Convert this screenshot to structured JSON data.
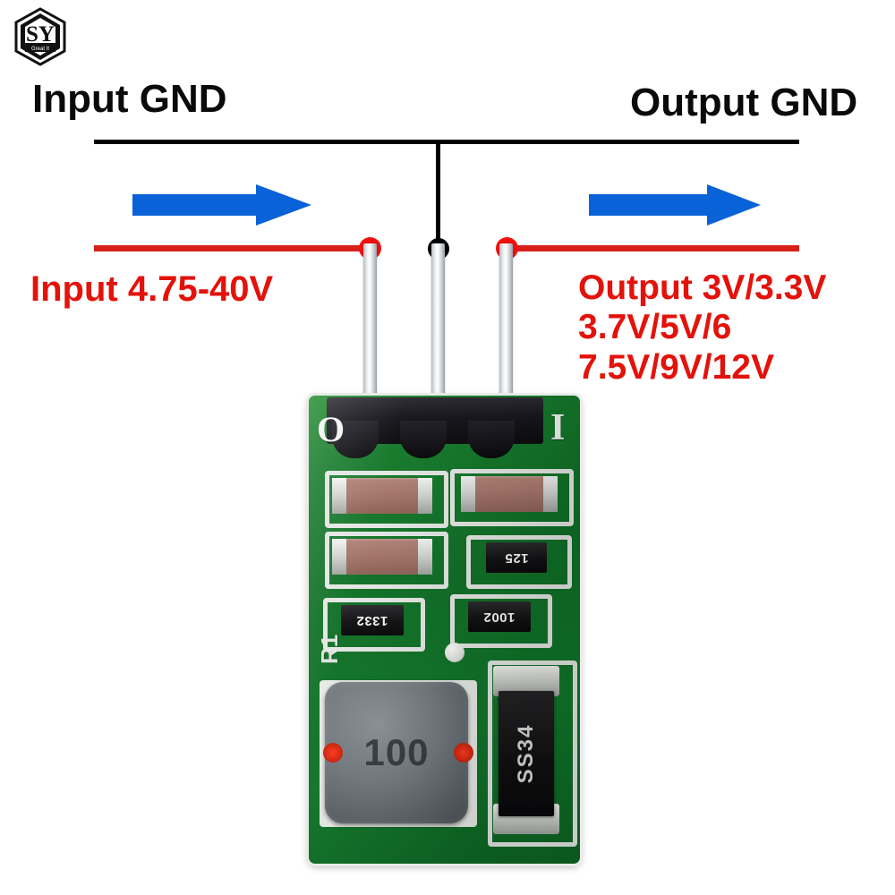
{
  "brand": {
    "logo_icon": "sy-hexagon-logo",
    "initials": "SY",
    "tagline": "Great It"
  },
  "annotations": {
    "input_gnd_label": "Input GND",
    "output_gnd_label": "Output GND",
    "input_voltage_label": "Input 4.75-40V",
    "output_voltage_lines": [
      "Output 3V/3.3V",
      "3.7V/5V/6",
      "7.5V/9V/12V"
    ],
    "input_flow_arrow": "arrow-right-icon",
    "output_flow_arrow": "arrow-right-icon"
  },
  "colors": {
    "black_wire": "#000000",
    "red_wire": "#d8201a",
    "red_dot": "#f20f0f",
    "blue_arrow": "#0a62d8",
    "red_text": "#e3120b",
    "black_text": "#0a0a0a",
    "pcb_green": "#11762a",
    "silkscreen_white": "#f2f4f2"
  },
  "board": {
    "silkscreen_output_marker": "O",
    "silkscreen_input_marker": "I",
    "silkscreen_reference": "R1",
    "pins": [
      {
        "name": "output-pin",
        "label": ""
      },
      {
        "name": "ground-pin",
        "label": ""
      },
      {
        "name": "input-pin",
        "label": ""
      }
    ],
    "components": {
      "inductor_code": "100",
      "diode_code": "SS34",
      "resistors": [
        {
          "name": "resistor-125",
          "code": "125"
        },
        {
          "name": "resistor-1332",
          "code": "1332"
        },
        {
          "name": "resistor-1002",
          "code": "1002"
        }
      ],
      "capacitors": [
        {
          "name": "capacitor-c1"
        },
        {
          "name": "capacitor-c2"
        },
        {
          "name": "capacitor-c3"
        }
      ]
    }
  }
}
